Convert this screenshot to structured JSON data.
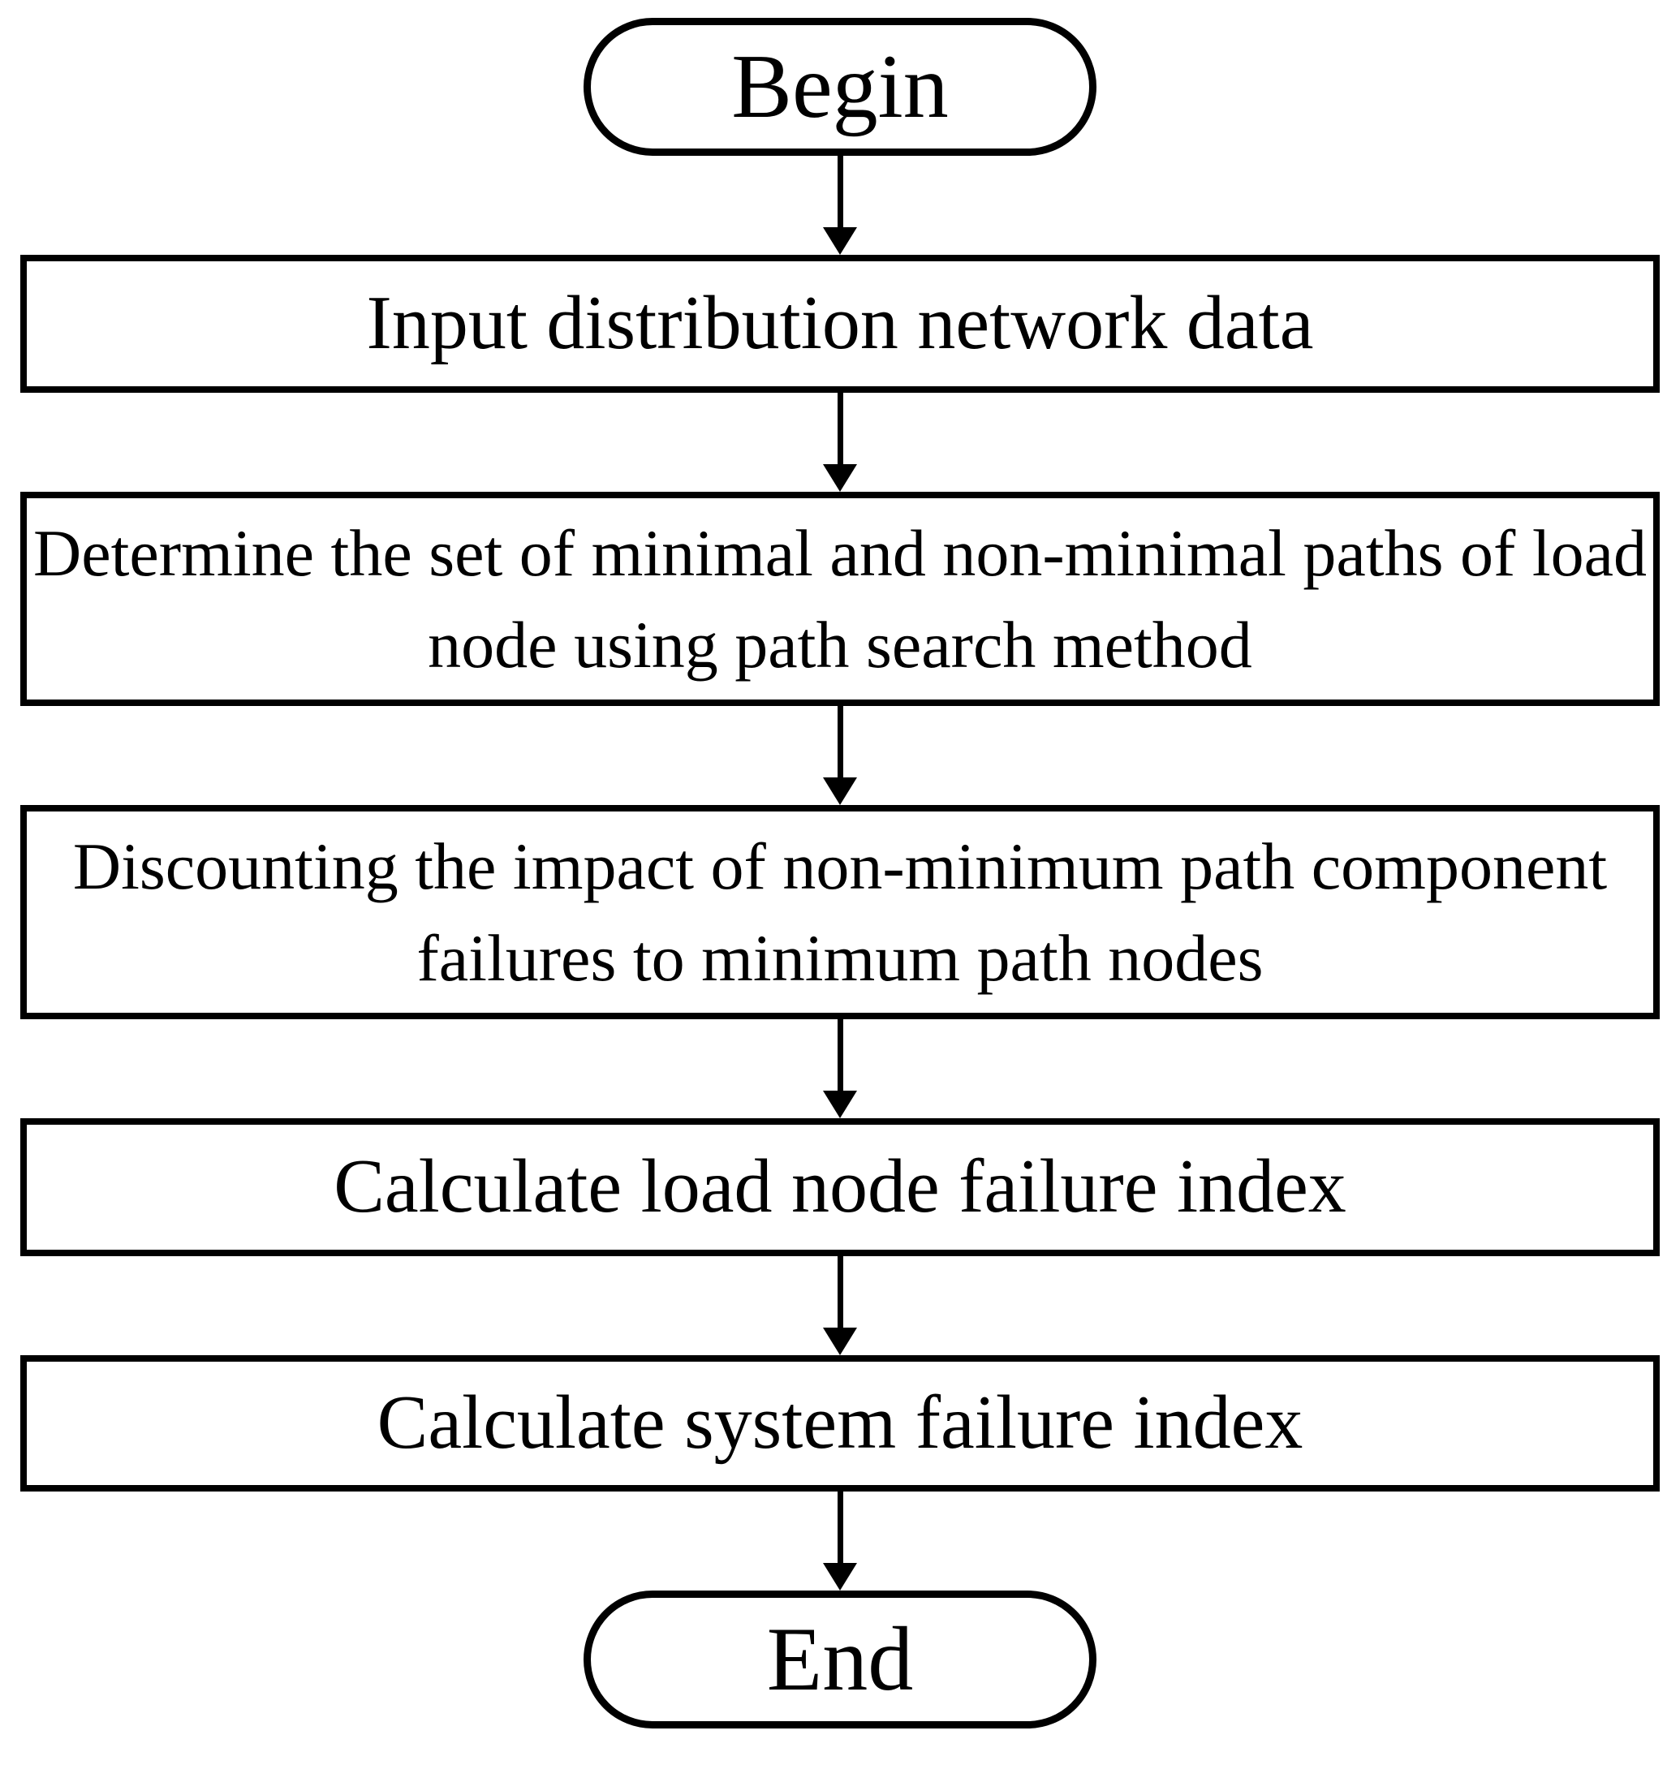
{
  "flowchart": {
    "type": "flowchart",
    "direction": "top-down",
    "colors": {
      "stroke": "#000000",
      "fill": "#ffffff",
      "text": "#000000"
    },
    "nodes": [
      {
        "id": "begin",
        "shape": "terminal",
        "label": "Begin"
      },
      {
        "id": "input-data",
        "shape": "process",
        "label": "Input distribution network data"
      },
      {
        "id": "determine-paths",
        "shape": "process",
        "label": "Determine the set of minimal and non-minimal paths of load node using path search method"
      },
      {
        "id": "discount-impact",
        "shape": "process",
        "label": "Discounting the impact of non-minimum path component failures to minimum path nodes"
      },
      {
        "id": "load-node-index",
        "shape": "process",
        "label": "Calculate load node failure index"
      },
      {
        "id": "system-index",
        "shape": "process",
        "label": "Calculate system failure index"
      },
      {
        "id": "end",
        "shape": "terminal",
        "label": "End"
      }
    ],
    "edges": [
      {
        "from": "begin",
        "to": "input-data"
      },
      {
        "from": "input-data",
        "to": "determine-paths"
      },
      {
        "from": "determine-paths",
        "to": "discount-impact"
      },
      {
        "from": "discount-impact",
        "to": "load-node-index"
      },
      {
        "from": "load-node-index",
        "to": "system-index"
      },
      {
        "from": "system-index",
        "to": "end"
      }
    ]
  }
}
